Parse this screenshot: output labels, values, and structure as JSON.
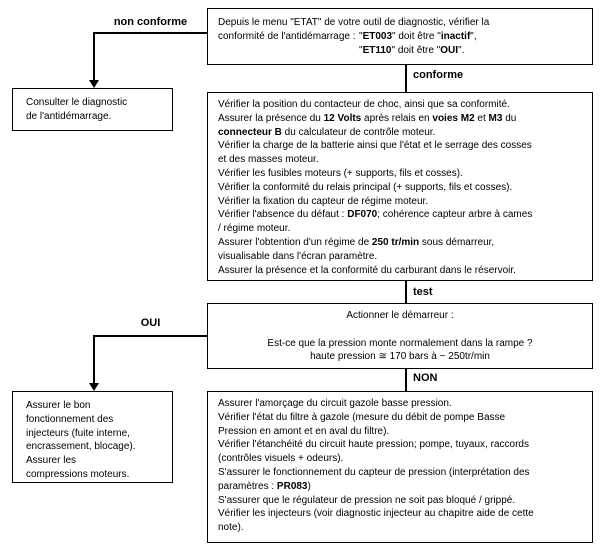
{
  "labels": {
    "non_conforme": "non conforme",
    "conforme": "conforme",
    "test": "test",
    "oui": "OUI",
    "non": "NON"
  },
  "boxes": {
    "etat_check": {
      "lines": [
        [
          {
            "t": "Depuis le menu \"ETAT\" de votre outil de diagnostic, vérifier la"
          }
        ],
        [
          {
            "t": "conformité de l'antidémarrage :",
            "w": 141
          },
          {
            "t": "\""
          },
          {
            "t": "ET003",
            "b": true
          },
          {
            "t": "\" doit être \""
          },
          {
            "t": "inactif",
            "b": true
          },
          {
            "t": "\","
          }
        ],
        [
          {
            "t": "",
            "w": 141
          },
          {
            "t": "\""
          },
          {
            "t": "ET110",
            "b": true
          },
          {
            "t": "\" doit être \""
          },
          {
            "t": "OUI",
            "b": true
          },
          {
            "t": "\"."
          }
        ]
      ]
    },
    "consulter_diagnostic": {
      "lines": [
        [
          {
            "t": "Consulter le diagnostic"
          }
        ],
        [
          {
            "t": "de l'antidémarrage."
          }
        ]
      ]
    },
    "verifications": {
      "lines": [
        [
          {
            "t": "Vérifier la position du contacteur de choc, ainsi que sa conformité."
          }
        ],
        [
          {
            "t": "Assurer la présence du "
          },
          {
            "t": "12 Volts",
            "b": true
          },
          {
            "t": " après relais en "
          },
          {
            "t": "voies M2",
            "b": true
          },
          {
            "t": " et "
          },
          {
            "t": "M3",
            "b": true
          },
          {
            "t": " du"
          }
        ],
        [
          {
            "t": "connecteur B",
            "b": true
          },
          {
            "t": " du calculateur de contrôle moteur."
          }
        ],
        [
          {
            "t": "Vérifier la charge de la batterie ainsi que l'état et le serrage des cosses"
          }
        ],
        [
          {
            "t": "et des masses moteur."
          }
        ],
        [
          {
            "t": "Vérifier les fusibles moteurs (+ supports, fils et cosses)."
          }
        ],
        [
          {
            "t": "Vérifier la conformité du relais principal (+ supports, fils et cosses)."
          }
        ],
        [
          {
            "t": "Vérifier la fixation du capteur de régime moteur."
          }
        ],
        [
          {
            "t": "Vérifier l'absence du défaut : "
          },
          {
            "t": "DF070",
            "b": true
          },
          {
            "t": "; cohérence capteur arbre à cames"
          }
        ],
        [
          {
            "t": "/ régime moteur."
          }
        ],
        [
          {
            "t": "Assurer l'obtention d'un régime de "
          },
          {
            "t": "250 tr/min",
            "b": true
          },
          {
            "t": " sous démarreur,"
          }
        ],
        [
          {
            "t": "visualisable dans l'écran paramètre."
          }
        ],
        [
          {
            "t": "Assurer la présence et la conformité du carburant dans le réservoir."
          }
        ]
      ]
    },
    "test_demarreur": {
      "lines": [
        [
          {
            "t": "Actionner le démarreur :"
          }
        ],
        [],
        [
          {
            "t": "Est-ce que la pression monte normalement dans la rampe ?"
          }
        ],
        [
          {
            "t": "haute pression ≅ 170 bars à ~ 250tr/min"
          }
        ]
      ]
    },
    "injecteurs": {
      "lines": [
        [
          {
            "t": "Assurer le bon"
          }
        ],
        [
          {
            "t": "fonctionnement des"
          }
        ],
        [
          {
            "t": "injecteurs (fuite interne,"
          }
        ],
        [
          {
            "t": "encrassement, blocage)."
          }
        ],
        [
          {
            "t": "Assurer les"
          }
        ],
        [
          {
            "t": "compressions moteurs."
          }
        ]
      ]
    },
    "circuit_basse_pression": {
      "lines": [
        [
          {
            "t": "Assurer l'amorçage du circuit gazole basse pression."
          }
        ],
        [
          {
            "t": "Vérifier l'état du filtre à gazole (mesure du débit de pompe Basse"
          }
        ],
        [
          {
            "t": "Pression en amont et en aval du filtre)."
          }
        ],
        [
          {
            "t": "Vérifier l'étanchéité du circuit haute pression; pompe, tuyaux, raccords"
          }
        ],
        [
          {
            "t": "(contrôles visuels + odeurs)."
          }
        ],
        [
          {
            "t": "S'assurer le fonctionnement du capteur de pression (interprétation des"
          }
        ],
        [
          {
            "t": "paramètres : "
          },
          {
            "t": "PR083",
            "b": true
          },
          {
            "t": ")"
          }
        ],
        [
          {
            "t": "S'assurer que le régulateur de pression ne soit pas bloqué / grippé."
          }
        ],
        [
          {
            "t": "Vérifier les injecteurs (voir diagnostic injecteur au chapitre aide de cette"
          }
        ],
        [
          {
            "t": "note)."
          }
        ]
      ]
    }
  },
  "colors": {
    "line": "#000000",
    "background": "#ffffff",
    "text": "#000000"
  }
}
